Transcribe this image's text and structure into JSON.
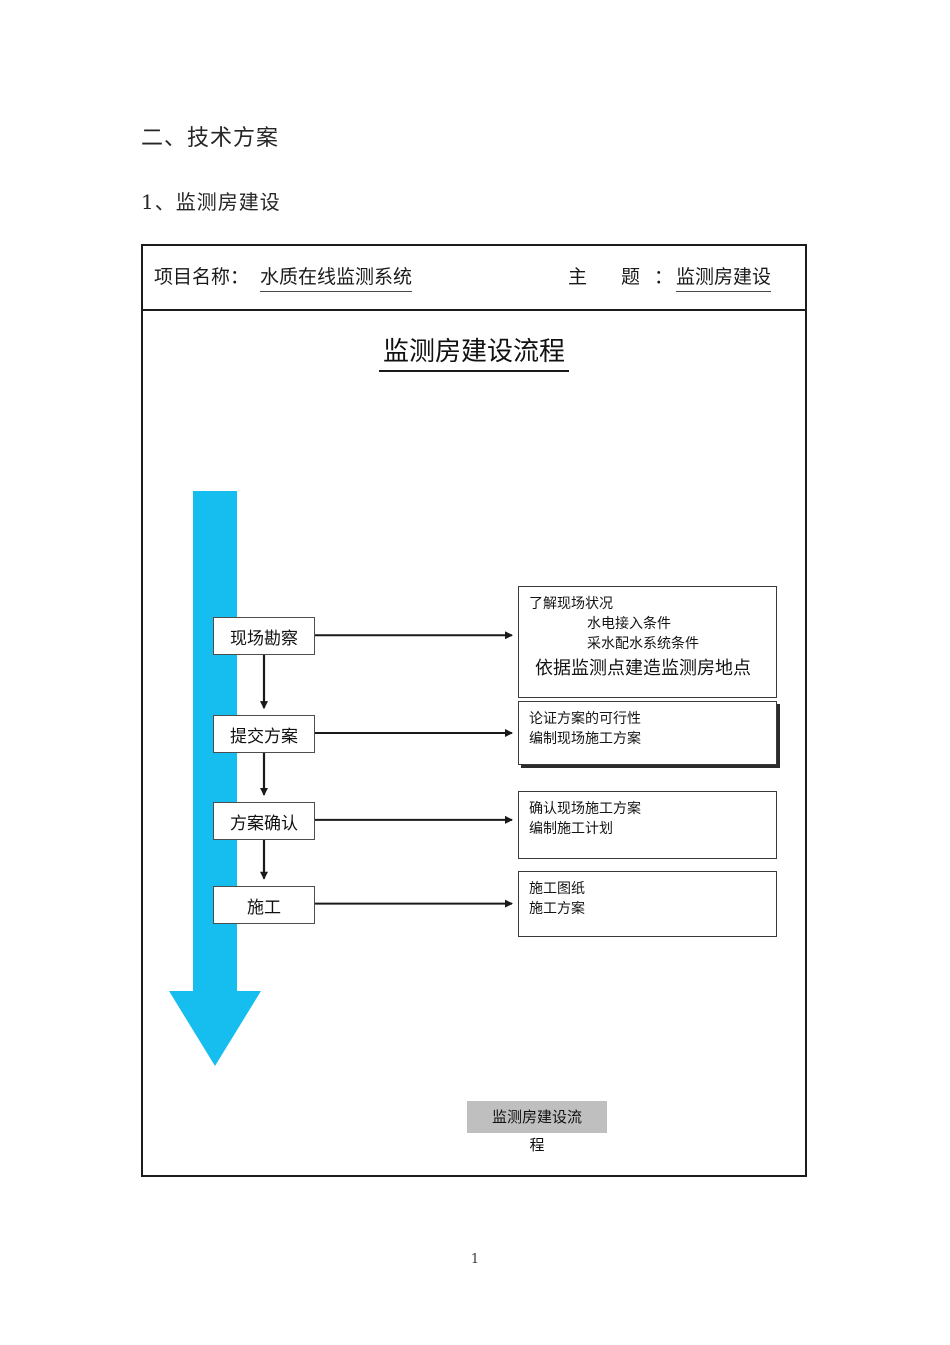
{
  "document": {
    "headings": [
      {
        "text": "二、技术方案"
      },
      {
        "text": "1、监测房建设"
      }
    ],
    "page_number": "1"
  },
  "table": {
    "header": {
      "project_label": "项目名称：",
      "project_value": "水质在线监测系统",
      "subject_label": "主  题：",
      "subject_value": "监测房建设"
    }
  },
  "flowchart": {
    "title": "监测房建设流程",
    "arrow_color": "#16bef0",
    "caption": {
      "line1": "监测房建设流",
      "line2": "程"
    },
    "process_steps": [
      {
        "label": "现场勘察"
      },
      {
        "label": "提交方案"
      },
      {
        "label": "方案确认"
      },
      {
        "label": "施工"
      }
    ],
    "detail_boxes": [
      {
        "lines": [
          "了解现场状况",
          "水电接入条件",
          "采水配水系统条件",
          "依据监测点建造监测房地点"
        ]
      },
      {
        "lines": [
          "论证方案的可行性",
          "编制现场施工方案"
        ]
      },
      {
        "lines": [
          "确认现场施工方案",
          "编制施工计划"
        ]
      },
      {
        "lines": [
          "施工图纸",
          "施工方案"
        ]
      }
    ]
  }
}
